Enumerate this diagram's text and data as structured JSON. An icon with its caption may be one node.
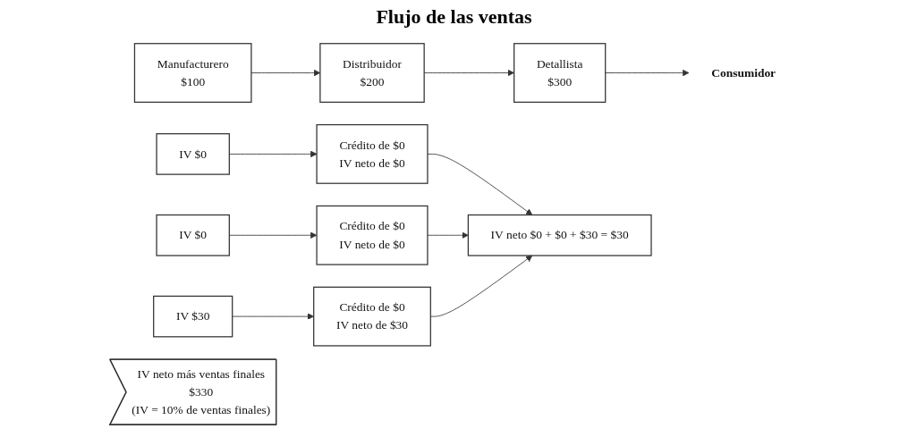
{
  "diagram": {
    "title": "Flujo de las ventas",
    "nodes": [
      {
        "text": [
          "Manufacturero",
          "$100"
        ]
      },
      {
        "text": [
          "Distribuidor",
          "$200"
        ]
      },
      {
        "text": [
          "Detallista",
          "$300"
        ]
      },
      {
        "text": [
          "Consumidor"
        ]
      },
      {
        "text": [
          "IV $0"
        ]
      },
      {
        "text": [
          "IV $0"
        ]
      },
      {
        "text": [
          "IV $30"
        ]
      },
      {
        "text": [
          "Crédito de $0",
          "IV neto de $0"
        ]
      },
      {
        "text": [
          "Crédito de $0",
          "IV neto de $0"
        ]
      },
      {
        "text": [
          "Crédito de $0",
          "IV neto de $30"
        ]
      },
      {
        "text": [
          "IV neto  $0 + $0 + $30 = $30"
        ]
      },
      {
        "text": [
          "IV neto más ventas finales",
          "$330",
          "(IV = 10% de ventas finales)"
        ]
      }
    ],
    "edges": [
      {
        "from": 0,
        "to": 1,
        "arrow": "to"
      },
      {
        "from": 1,
        "to": 2,
        "arrow": "to"
      },
      {
        "from": 2,
        "to": 3,
        "arrow": "to"
      },
      {
        "from": 4,
        "to": 7,
        "arrow": "to"
      },
      {
        "from": 5,
        "to": 8,
        "arrow": "to"
      },
      {
        "from": 6,
        "to": 9,
        "arrow": "to"
      },
      {
        "from": 7,
        "to": 10,
        "arrow": "to"
      },
      {
        "from": 8,
        "to": 10,
        "arrow": "to"
      },
      {
        "from": 9,
        "to": 10,
        "arrow": "to"
      }
    ]
  }
}
